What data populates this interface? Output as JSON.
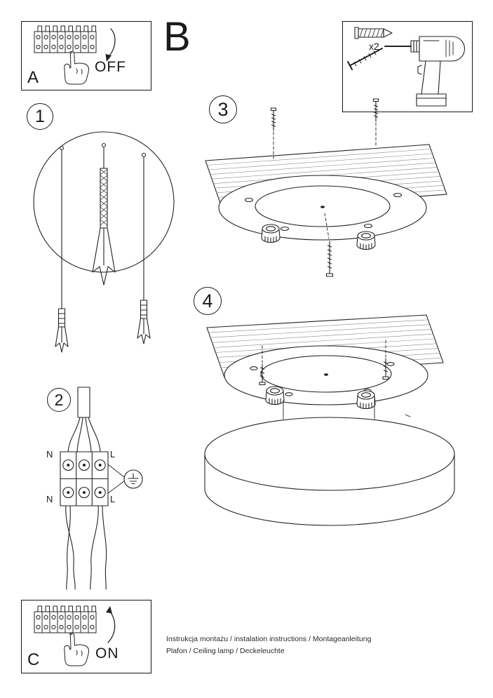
{
  "page": {
    "background": "#ffffff",
    "ink": "#1f1f1f"
  },
  "panels": {
    "a": {
      "letter": "A",
      "state_label": "OFF"
    },
    "b": {
      "letter": "B"
    },
    "c": {
      "letter": "C",
      "state_label": "ON"
    }
  },
  "tools": {
    "quantity_label": "x2"
  },
  "steps": {
    "s1": "1",
    "s2": "2",
    "s3": "3",
    "s4": "4"
  },
  "wiring": {
    "n_top": "N",
    "l_top": "L",
    "n_bottom": "N",
    "l_bottom": "L"
  },
  "footer": {
    "line1": "Instrukcja montażu / instalation instructions / Montageanleitung",
    "line2": "Plafon / Ceiling lamp / Deckeleuchte"
  }
}
